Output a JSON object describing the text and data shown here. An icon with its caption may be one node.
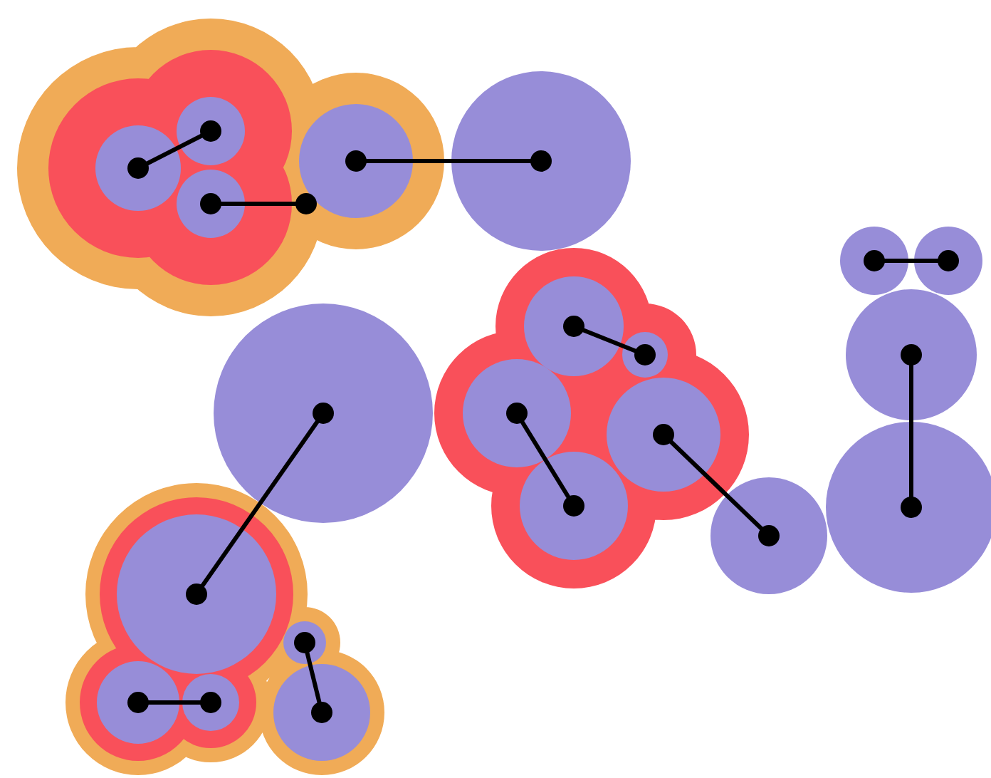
{
  "diagram": {
    "nodes": [
      {
        "text": [],
        "shape": "cloud"
      },
      {
        "text": [],
        "shape": "cloud",
        "in": 0
      },
      {
        "text": [],
        "shape": "circle",
        "in": 1
      },
      {
        "text": [],
        "shape": "circle",
        "in": 1
      },
      {
        "text": [],
        "shape": "circle",
        "in": 1
      },
      {
        "text": [],
        "shape": "circle",
        "in": 0
      },
      {
        "text": [],
        "shape": "circle"
      },
      {
        "text": [],
        "shape": "circle"
      },
      {
        "text": [],
        "shape": "circle"
      },
      {
        "text": [],
        "shape": "cloud"
      },
      {
        "text": [],
        "shape": "circle",
        "in": 9
      },
      {
        "text": [],
        "shape": "circle",
        "in": 9
      },
      {
        "text": [],
        "shape": "circle",
        "in": 9
      },
      {
        "text": [],
        "shape": "circle",
        "in": 9
      },
      {
        "text": [],
        "shape": "circle",
        "in": 9
      },
      {
        "text": [],
        "shape": "circle"
      },
      {
        "text": [],
        "shape": "circle"
      },
      {
        "text": [],
        "shape": "circle"
      },
      {
        "text": [],
        "shape": "circle"
      },
      {
        "text": [],
        "shape": "cloud"
      },
      {
        "text": [],
        "shape": "cloud",
        "in": 19
      },
      {
        "text": [],
        "shape": "circle",
        "in": 20
      },
      {
        "text": [],
        "shape": "circle",
        "in": 20
      },
      {
        "text": [],
        "shape": "circle",
        "in": 20
      },
      {
        "text": [],
        "shape": "circle",
        "in": 19
      },
      {
        "text": [],
        "shape": "circle",
        "in": 19
      }
    ],
    "edges": [
      {
        "from": 3,
        "to": 2,
        "arrow": "other"
      },
      {
        "from": 4,
        "to": 5,
        "arrow": "other"
      },
      {
        "from": 5,
        "to": 6,
        "arrow": "other"
      },
      {
        "from": 7,
        "to": 8,
        "arrow": "other"
      },
      {
        "from": 10,
        "to": 11,
        "arrow": "other"
      },
      {
        "from": 12,
        "to": 14,
        "arrow": "other"
      },
      {
        "from": 13,
        "to": 18,
        "arrow": "other"
      },
      {
        "from": 15,
        "to": 21,
        "arrow": "other"
      },
      {
        "from": 16,
        "to": 17,
        "arrow": "other"
      },
      {
        "from": 22,
        "to": 23,
        "arrow": "other"
      },
      {
        "from": 24,
        "to": 25,
        "arrow": "other"
      }
    ]
  }
}
